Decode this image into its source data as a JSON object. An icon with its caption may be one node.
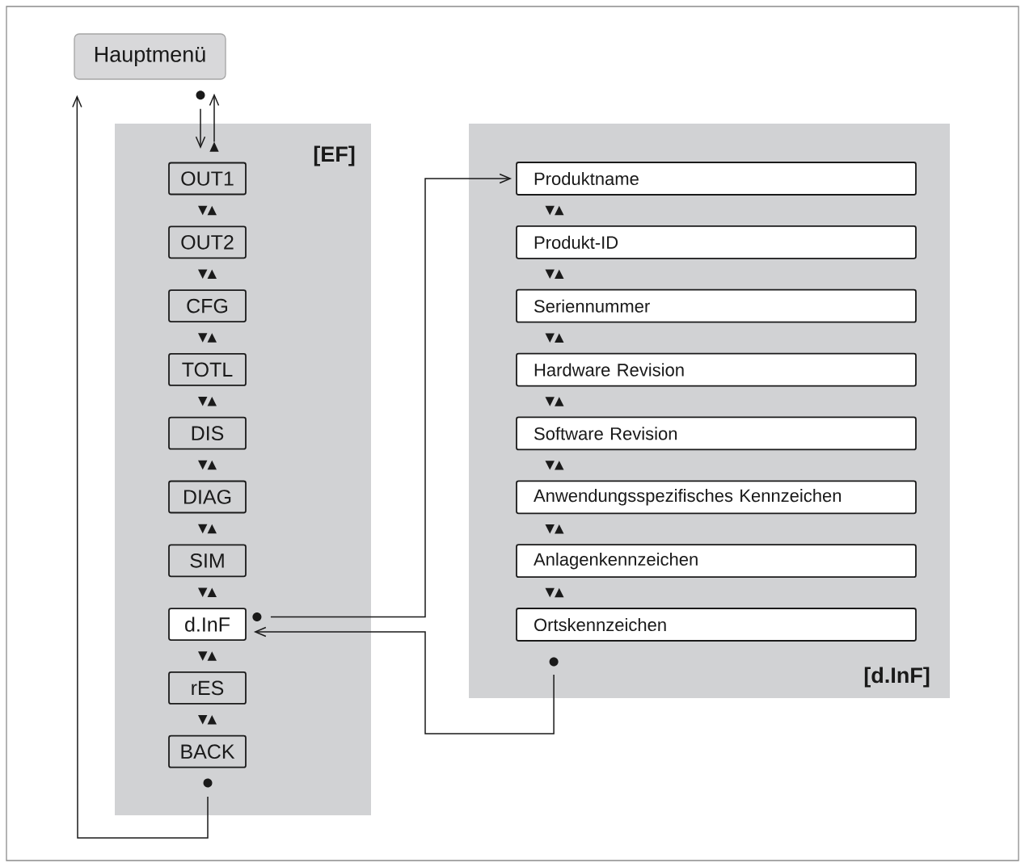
{
  "diagram": {
    "nodes": [
      {
        "text": [
          "Hauptmenü"
        ]
      },
      {
        "text": [
          "[EF]"
        ]
      },
      {
        "text": [
          "OUT1"
        ],
        "in": 1
      },
      {
        "text": [
          "OUT2"
        ],
        "in": 1
      },
      {
        "text": [
          "CFG"
        ],
        "in": 1
      },
      {
        "text": [
          "TOTL"
        ],
        "in": 1
      },
      {
        "text": [
          "DIS"
        ],
        "in": 1
      },
      {
        "text": [
          "DIAG"
        ],
        "in": 1
      },
      {
        "text": [
          "SIM"
        ],
        "in": 1
      },
      {
        "text": [
          "d.InF"
        ],
        "in": 1
      },
      {
        "text": [
          "rES"
        ],
        "in": 1
      },
      {
        "text": [
          "BACK"
        ],
        "in": 1
      },
      {
        "text": [
          "[d.InF]"
        ]
      },
      {
        "text": [
          "Produktname"
        ],
        "in": 12
      },
      {
        "text": [
          "Produkt-ID"
        ],
        "in": 12
      },
      {
        "text": [
          "Seriennummer"
        ],
        "in": 12
      },
      {
        "text": [
          "Hardware Revision"
        ],
        "in": 12
      },
      {
        "text": [
          "Software Revision"
        ],
        "in": 12
      },
      {
        "text": [
          "Anwendungsspezifisches Kennzeichen"
        ],
        "in": 12
      },
      {
        "text": [
          "Anlagenkennzeichen"
        ],
        "in": 12
      },
      {
        "text": [
          "Ortskennzeichen"
        ],
        "in": 12
      }
    ],
    "edges": [
      {
        "from": 0,
        "to": 2,
        "arrow": "to"
      },
      {
        "from": 2,
        "to": 0,
        "arrow": "to"
      },
      {
        "from": 11,
        "to": 0,
        "arrow": "to"
      },
      {
        "from": 9,
        "to": 13,
        "arrow": "to"
      },
      {
        "from": 20,
        "to": 9,
        "arrow": "to"
      }
    ],
    "labels": [
      "▼▲",
      "▼▲",
      "▼▲",
      "▼▲",
      "▼▲",
      "▼▲",
      "▼▲",
      "▼▲",
      "▼▲",
      "▼▲",
      "▼▲",
      "▼▲",
      "▼▲",
      "▼▲",
      "▼▲",
      "▼▲"
    ]
  }
}
